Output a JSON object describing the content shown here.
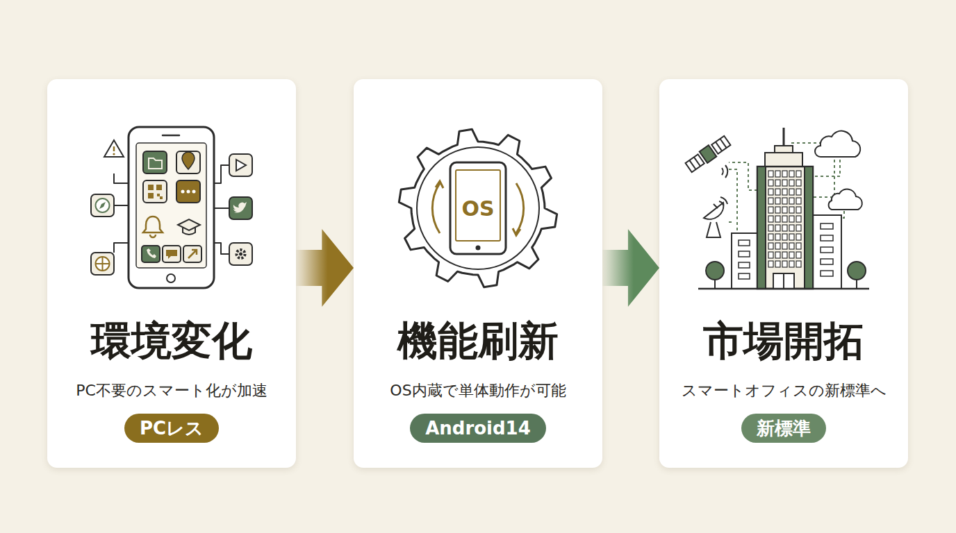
{
  "diagram": {
    "nodes": [
      {
        "text": [
          "環境変化",
          "PC不要のスマート化が加速"
        ]
      },
      {
        "text": [
          "PCレス"
        ],
        "in": 0
      },
      {
        "text": [
          "機能刷新",
          "OS内蔵で単体動作が可能"
        ]
      },
      {
        "text": [
          "Android14"
        ],
        "in": 2
      },
      {
        "text": [
          "市場開拓",
          "スマートオフィスの新標準へ"
        ]
      },
      {
        "text": [
          "新標準"
        ],
        "in": 4
      }
    ],
    "edges": [
      {
        "from": 0,
        "to": 2,
        "arrow": "to"
      },
      {
        "from": 2,
        "to": 4,
        "arrow": "to"
      }
    ],
    "labels": [
      "OS"
    ]
  }
}
